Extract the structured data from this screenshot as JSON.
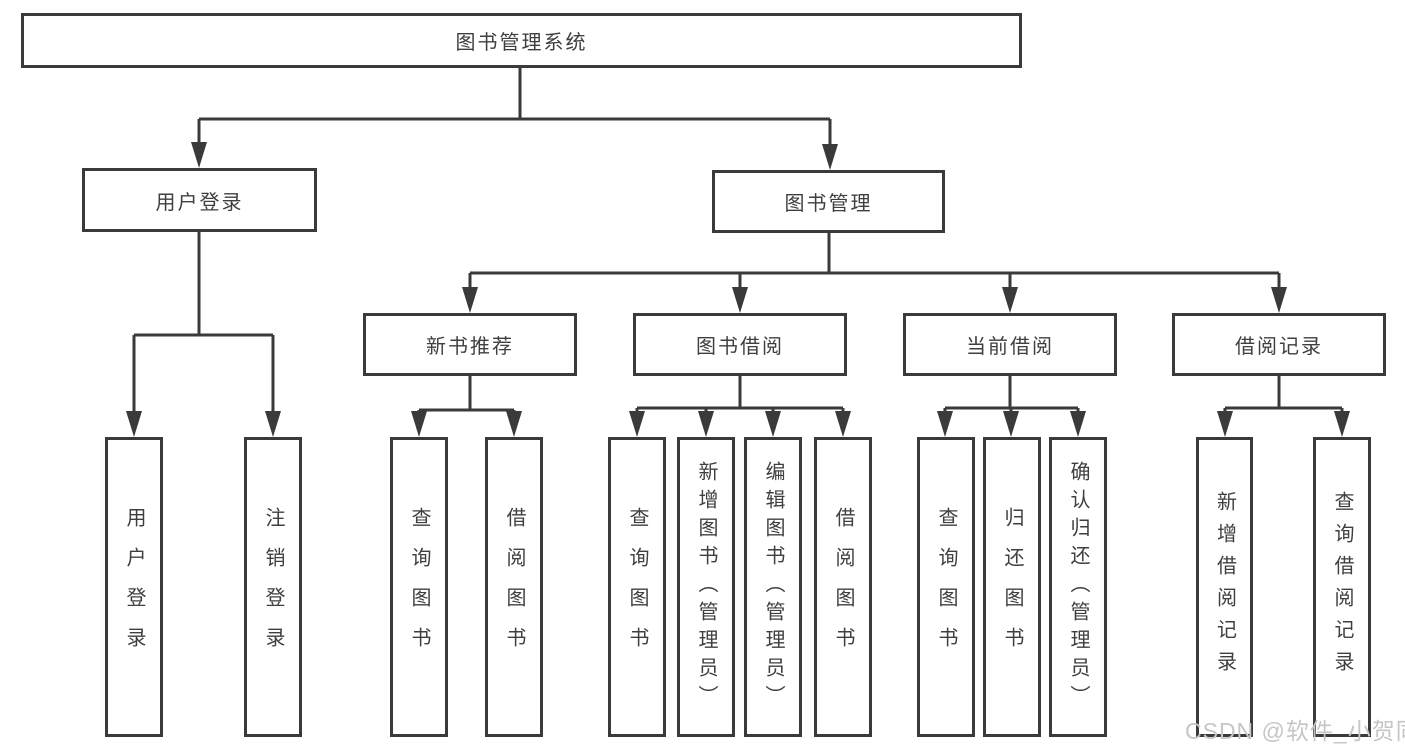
{
  "diagram": {
    "root": {
      "label": "图书管理系统"
    },
    "branches": [
      {
        "label": "用户登录",
        "children": [
          {
            "label": "用户登录"
          },
          {
            "label": "注销登录"
          }
        ]
      },
      {
        "label": "图书管理",
        "children": [
          {
            "label": "新书推荐",
            "children": [
              {
                "label": "查询图书"
              },
              {
                "label": "借阅图书"
              }
            ]
          },
          {
            "label": "图书借阅",
            "children": [
              {
                "label": "查询图书"
              },
              {
                "label": "新增图书（管理员）"
              },
              {
                "label": "编辑图书（管理员）"
              },
              {
                "label": "借阅图书"
              }
            ]
          },
          {
            "label": "当前借阅",
            "children": [
              {
                "label": "查询图书"
              },
              {
                "label": "归还图书"
              },
              {
                "label": "确认归还（管理员）"
              }
            ]
          },
          {
            "label": "借阅记录",
            "children": [
              {
                "label": "新增借阅记录"
              },
              {
                "label": "查询借阅记录"
              }
            ]
          }
        ]
      }
    ]
  },
  "watermark": {
    "text": "CSDN @软件_小贺同学"
  },
  "colors": {
    "line": "#3a3a3a",
    "text": "#3f3f3f",
    "background": "#ffffff",
    "watermark": "#c6c6c6"
  }
}
